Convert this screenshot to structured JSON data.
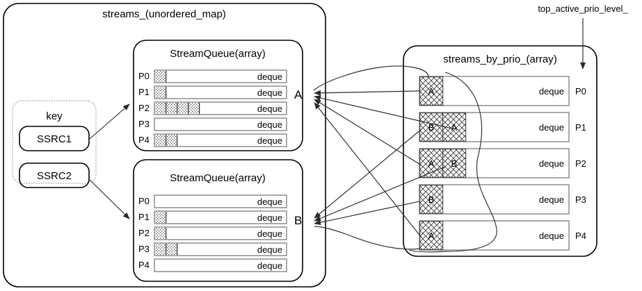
{
  "diagram": {
    "outer_map": {
      "title": "streams_(unordered_map)"
    },
    "key_box": {
      "label": "key",
      "entries": [
        {
          "label": "SSRC1"
        },
        {
          "label": "SSRC2"
        }
      ]
    },
    "stream_queues": [
      {
        "title": "StreamQueue(array)",
        "tag": "A",
        "rows": [
          {
            "prio": "P0",
            "deque": "deque",
            "segments": 1
          },
          {
            "prio": "P1",
            "deque": "deque",
            "segments": 1
          },
          {
            "prio": "P2",
            "deque": "deque",
            "segments": 4
          },
          {
            "prio": "P3",
            "deque": "deque",
            "segments": 0
          },
          {
            "prio": "P4",
            "deque": "deque",
            "segments": 2
          }
        ]
      },
      {
        "title": "StreamQueue(array)",
        "tag": "B",
        "rows": [
          {
            "prio": "P0",
            "deque": "deque",
            "segments": 0
          },
          {
            "prio": "P1",
            "deque": "deque",
            "segments": 1
          },
          {
            "prio": "P2",
            "deque": "deque",
            "segments": 1
          },
          {
            "prio": "P3",
            "deque": "deque",
            "segments": 2
          },
          {
            "prio": "P4",
            "deque": "deque",
            "segments": 0
          }
        ]
      }
    ],
    "by_prio": {
      "title": "streams_by_prio_(array)",
      "pointer_label": "top_active_prio_level_",
      "rows": [
        {
          "prio": "P0",
          "deque": "deque",
          "cells": [
            "A"
          ]
        },
        {
          "prio": "P1",
          "deque": "deque",
          "cells": [
            "B",
            "A"
          ]
        },
        {
          "prio": "P2",
          "deque": "deque",
          "cells": [
            "A",
            "B"
          ]
        },
        {
          "prio": "P3",
          "deque": "deque",
          "cells": [
            "B"
          ]
        },
        {
          "prio": "P4",
          "deque": "deque",
          "cells": [
            "A"
          ]
        }
      ]
    },
    "colors": {
      "line": "#000000",
      "row_stroke": "#8d8d8d",
      "arrow": "#2b2b2b",
      "background": "#ffffff"
    }
  }
}
